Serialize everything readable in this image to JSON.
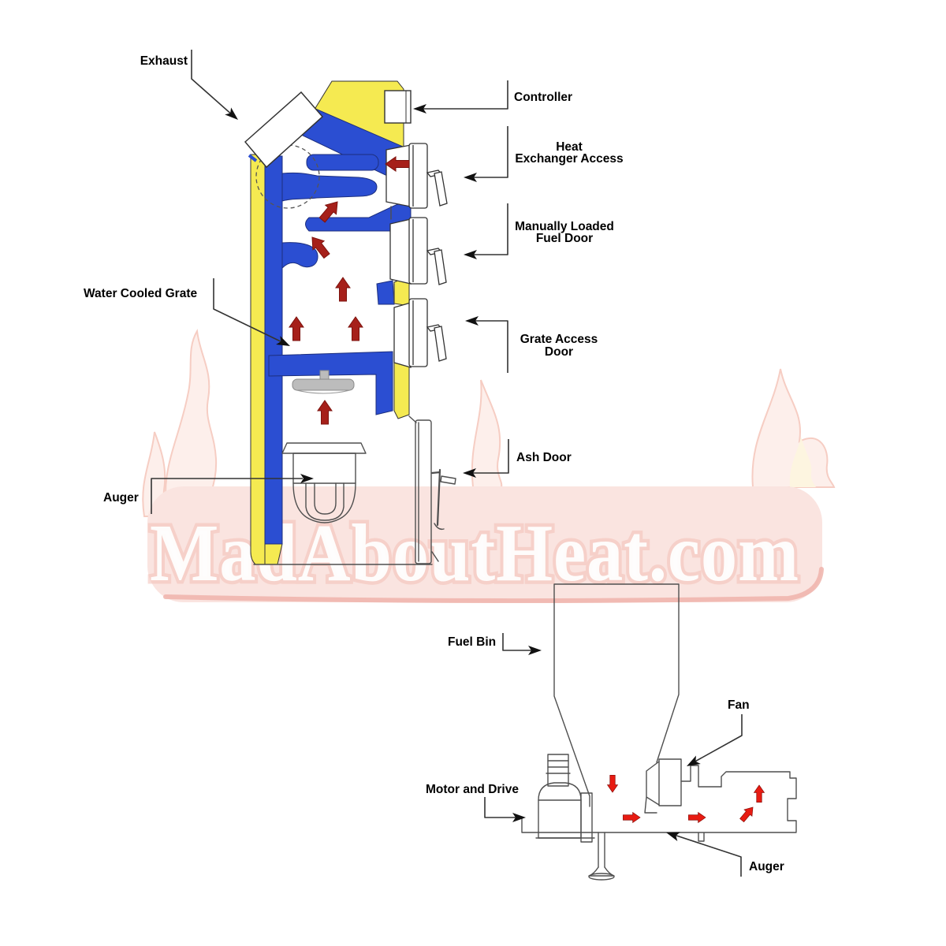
{
  "watermark": {
    "text": "MadAboutHeat.com"
  },
  "colors": {
    "casing_yellow": "#f5ea51",
    "water_blue": "#2b4ed2",
    "flue_arrow_red": "#a6201a",
    "feed_arrow_red": "#e81b12",
    "band_pink": "#fae4e0",
    "band_edge_pink": "#efb3aa",
    "flame_fill": "#fdefeb",
    "flame_stroke": "#f6cdc3",
    "inner_flame_fill": "#fdf5e0",
    "inner_flame_stroke": "#f3d3a0",
    "watermark_text": "#ffffff",
    "diffuser_gray": "#bcbcbc"
  },
  "top_diagram": {
    "labels": {
      "exhaust": "Exhaust",
      "controller": "Controller",
      "heat_exchanger_line1": "Heat",
      "heat_exchanger_line2": "Exchanger Access",
      "fuel_door_line1": "Manually Loaded",
      "fuel_door_line2": "Fuel Door",
      "water_cooled_grate": "Water Cooled Grate",
      "grate_access_line1": "Grate Access",
      "grate_access_line2": "Door",
      "ash_door": "Ash Door",
      "auger": "Auger"
    }
  },
  "bottom_diagram": {
    "labels": {
      "fuel_bin": "Fuel Bin",
      "fan": "Fan",
      "motor_and_drive": "Motor and Drive",
      "auger": "Auger"
    }
  }
}
